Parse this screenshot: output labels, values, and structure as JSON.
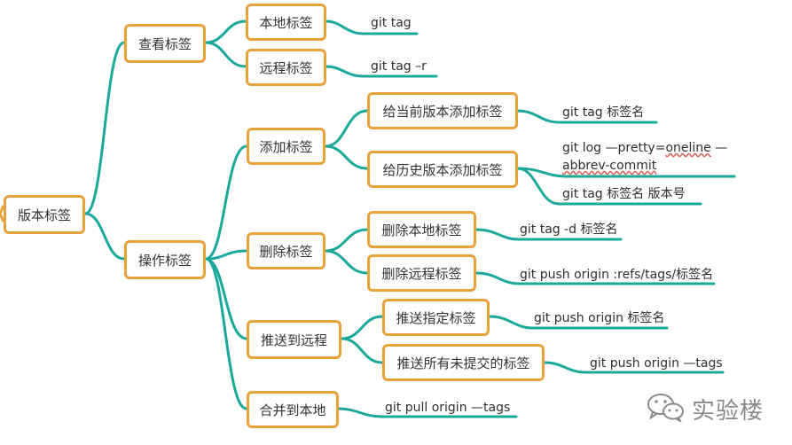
{
  "root": {
    "label": "版本标签"
  },
  "view": {
    "label": "查看标签",
    "local": {
      "label": "本地标签",
      "cmd": "git tag"
    },
    "remote": {
      "label": "远程标签",
      "cmd": "git tag –r"
    }
  },
  "ops": {
    "label": "操作标签",
    "add": {
      "label": "添加标签",
      "current": {
        "label": "给当前版本添加标签",
        "cmd": "git tag 标签名"
      },
      "history": {
        "label": "给历史版本添加标签",
        "cmd1_part1": "git log —pretty=",
        "cmd1_part2": "oneline",
        "cmd1_part3": " —",
        "cmd1_line2": "abbrev-commit",
        "cmd2": "git tag 标签名 版本号"
      }
    },
    "delete": {
      "label": "删除标签",
      "local": {
        "label": "删除本地标签",
        "cmd": "git tag -d 标签名"
      },
      "remote": {
        "label": "删除远程标签",
        "cmd": "git push origin :refs/tags/标签名"
      }
    },
    "push": {
      "label": "推送到远程",
      "one": {
        "label": "推送指定标签",
        "cmd": "git push origin 标签名"
      },
      "all": {
        "label": "推送所有未提交的标签",
        "cmd": "git push origin —tags"
      }
    },
    "merge": {
      "label": "合并到本地",
      "cmd": "git pull origin —tags"
    }
  },
  "watermark": {
    "text": "实验楼",
    "icon": "wechat-icon"
  },
  "colors": {
    "line": "#1aa99a",
    "border": "#e8a23c",
    "text": "#333333"
  }
}
